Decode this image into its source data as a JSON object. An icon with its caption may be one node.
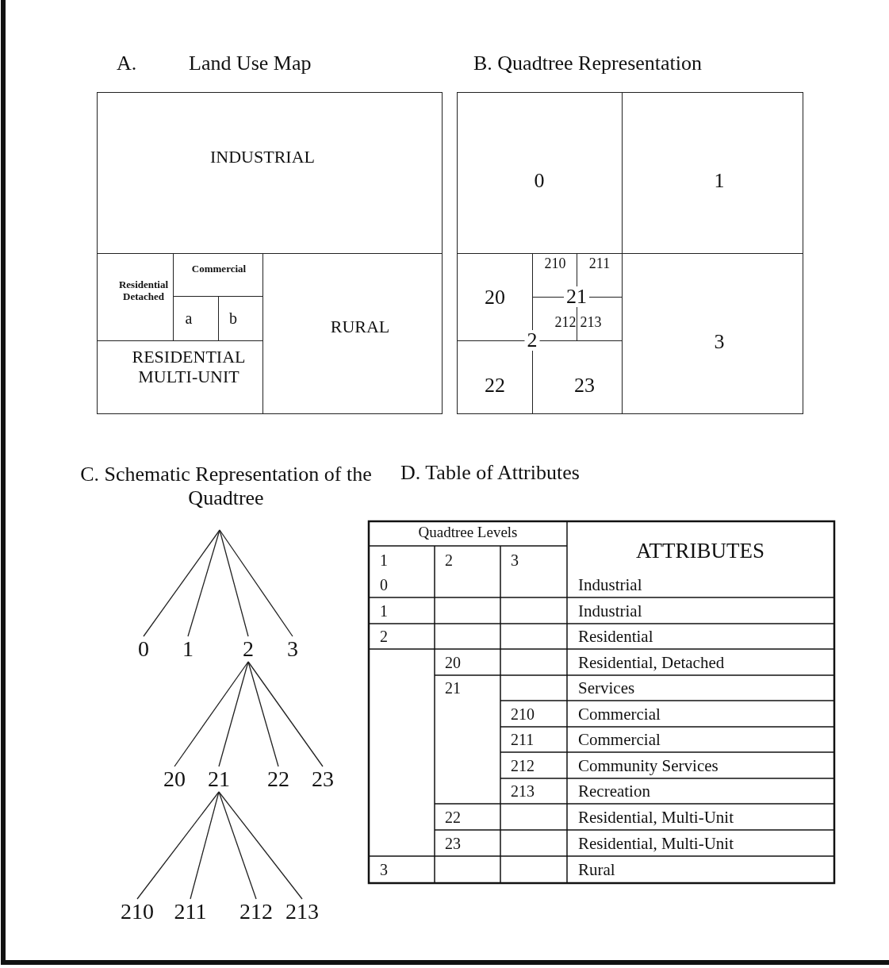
{
  "diagram": {
    "nodes": [
      {
        "text": [
          "INDUSTRIAL"
        ]
      },
      {
        "text": [
          "Residential Detached"
        ]
      },
      {
        "text": [
          "Commercial"
        ]
      },
      {
        "text": [
          "a"
        ]
      },
      {
        "text": [
          "b"
        ]
      },
      {
        "text": [
          "RESIDENTIAL MULTI-UNIT"
        ]
      },
      {
        "text": [
          "RURAL"
        ]
      },
      {
        "text": [
          "0"
        ]
      },
      {
        "text": [
          "1"
        ]
      },
      {
        "text": [
          "20"
        ]
      },
      {
        "text": [
          "210"
        ]
      },
      {
        "text": [
          "211"
        ]
      },
      {
        "text": [
          "212"
        ]
      },
      {
        "text": [
          "213"
        ]
      },
      {
        "text": [
          "22"
        ]
      },
      {
        "text": [
          "23"
        ]
      },
      {
        "text": [
          "3"
        ]
      },
      {
        "text": [
          "0"
        ]
      },
      {
        "text": [
          "1"
        ]
      },
      {
        "text": [
          "2"
        ]
      },
      {
        "text": [
          "3"
        ]
      },
      {
        "text": [
          "20"
        ]
      },
      {
        "text": [
          "21"
        ]
      },
      {
        "text": [
          "22"
        ]
      },
      {
        "text": [
          "23"
        ]
      },
      {
        "text": [
          "210"
        ]
      },
      {
        "text": [
          "211"
        ]
      },
      {
        "text": [
          "212"
        ]
      },
      {
        "text": [
          "213"
        ]
      }
    ],
    "edges": [
      {
        "from": null,
        "to": 17,
        "arrow": "none"
      },
      {
        "from": null,
        "to": 18,
        "arrow": "none"
      },
      {
        "from": null,
        "to": 19,
        "arrow": "none"
      },
      {
        "from": null,
        "to": 20,
        "arrow": "none"
      },
      {
        "from": 19,
        "to": 21,
        "arrow": "none"
      },
      {
        "from": 19,
        "to": 22,
        "arrow": "none"
      },
      {
        "from": 19,
        "to": 23,
        "arrow": "none"
      },
      {
        "from": 19,
        "to": 24,
        "arrow": "none"
      },
      {
        "from": 22,
        "to": 25,
        "arrow": "none"
      },
      {
        "from": 22,
        "to": 26,
        "arrow": "none"
      },
      {
        "from": 22,
        "to": 27,
        "arrow": "none"
      },
      {
        "from": 22,
        "to": 28,
        "arrow": "none"
      }
    ],
    "labels": [
      "A.",
      "Land Use Map",
      "B. Quadtree Representation",
      "21",
      "2",
      "C. Schematic Representation of the Quadtree",
      "D. Table of Attributes",
      "Quadtree Levels",
      "ATTRIBUTES",
      "1",
      "2",
      "3",
      "0",
      "Industrial",
      "1",
      "Industrial",
      "2",
      "Residential",
      "20",
      "Residential, Detached",
      "21",
      "Services",
      "210",
      "Commercial",
      "211",
      "Commercial",
      "212",
      "Community Services",
      "213",
      "Recreation",
      "22",
      "Residential, Multi-Unit",
      "23",
      "Residential, Multi-Unit",
      "3",
      "Rural"
    ]
  }
}
